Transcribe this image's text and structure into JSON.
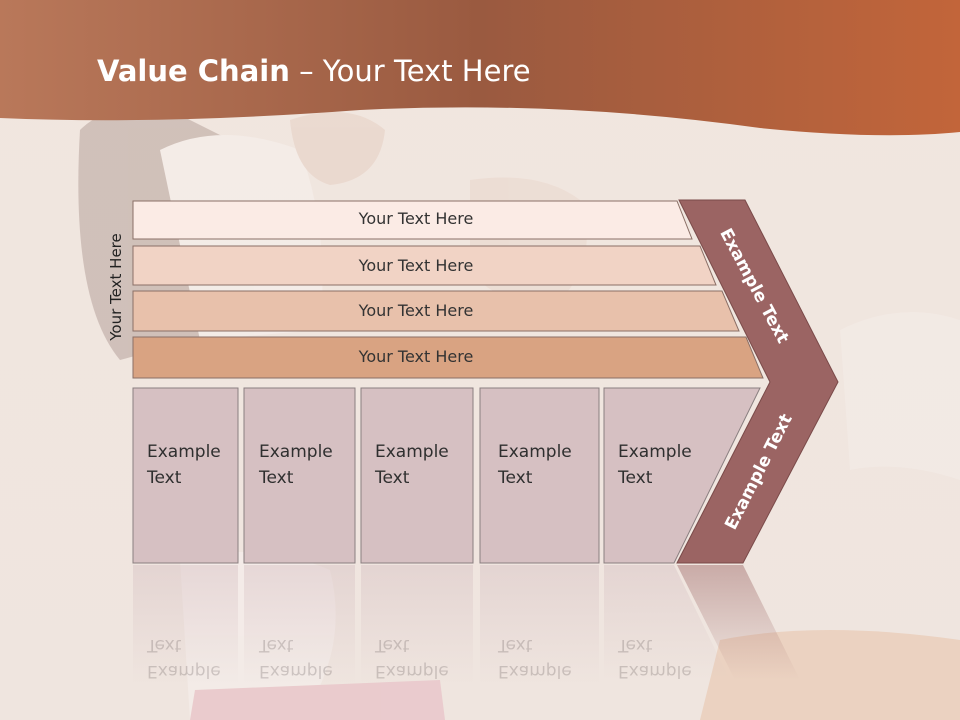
{
  "title": {
    "bold": "Value Chain",
    "rest": " – Your Text Here"
  },
  "side_label": "Your Text Here",
  "bars": [
    {
      "label": "Your Text Here",
      "color": "#fbebe5"
    },
    {
      "label": "Your Text Here",
      "color": "#f1d3c5"
    },
    {
      "label": "Your Text Here",
      "color": "#e8c1ab"
    },
    {
      "label": "Your Text Here",
      "color": "#d9a382"
    }
  ],
  "boxes": [
    {
      "line1": "Example",
      "line2": "Text"
    },
    {
      "line1": "Example",
      "line2": "Text"
    },
    {
      "line1": "Example",
      "line2": "Text"
    },
    {
      "line1": "Example",
      "line2": "Text"
    },
    {
      "line1": "Example",
      "line2": "Text"
    }
  ],
  "chevron_labels": {
    "upper": "Example Text",
    "lower": "Example Text"
  },
  "colors": {
    "header_gradient_start": "#a86a4f",
    "header_gradient_end": "#c2653a",
    "chevron": "#9b6463",
    "box_fill": "#d6c0c2",
    "background": "#f3e8e0"
  }
}
